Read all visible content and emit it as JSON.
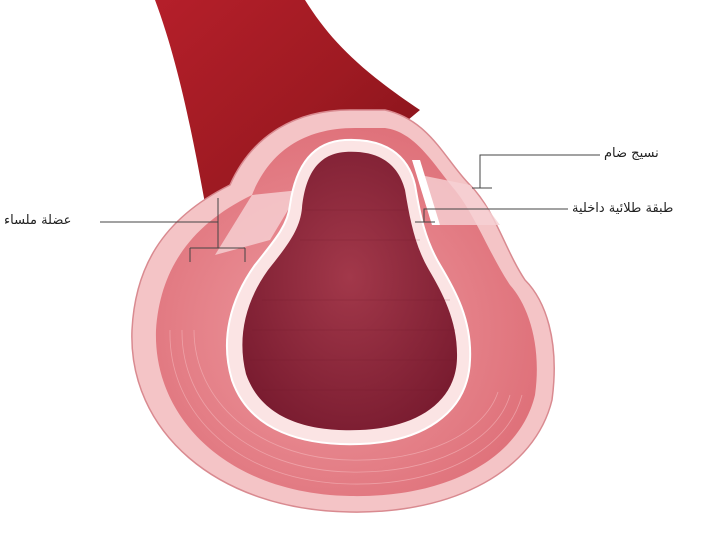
{
  "title": "",
  "labels": {
    "smooth_muscle": "عضلة ملساء",
    "connective_tissue": "نسيج ضام",
    "endothelium": "طبقة طلائية داخلية"
  },
  "colors": {
    "vessel_exterior": "#a81c24",
    "outer_layer": "#f4c4c6",
    "muscle_layer": "#e27a82",
    "lumen": "#8c2438",
    "endothelium": "#fbe4e4",
    "leader_line": "#444444"
  }
}
